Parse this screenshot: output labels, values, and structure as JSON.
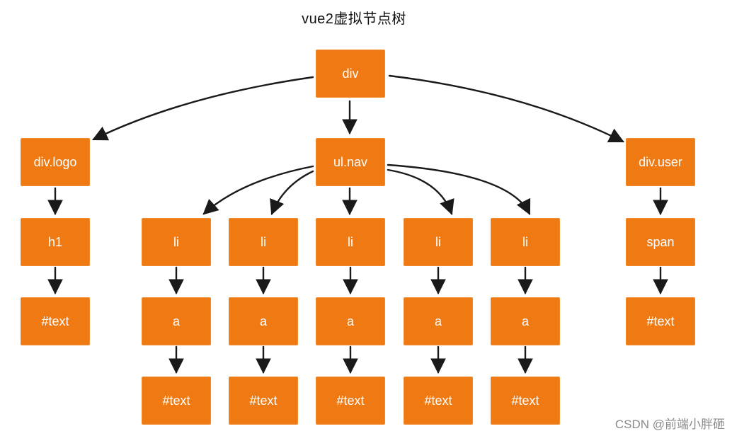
{
  "title": "vue2虚拟节点树",
  "watermark": "CSDN @前端小胖砸",
  "nodes": {
    "div": "div",
    "div_logo": "div.logo",
    "ul_nav": "ul.nav",
    "div_user": "div.user",
    "h1": "h1",
    "logo_text": "#text",
    "li1": "li",
    "li2": "li",
    "li3": "li",
    "li4": "li",
    "li5": "li",
    "a1": "a",
    "a2": "a",
    "a3": "a",
    "a4": "a",
    "a5": "a",
    "text1": "#text",
    "text2": "#text",
    "text3": "#text",
    "text4": "#text",
    "text5": "#text",
    "span": "span",
    "user_text": "#text"
  },
  "colors": {
    "node_fill": "#ef7a14",
    "node_text": "#ffffff",
    "edge": "#1a1a1a"
  }
}
